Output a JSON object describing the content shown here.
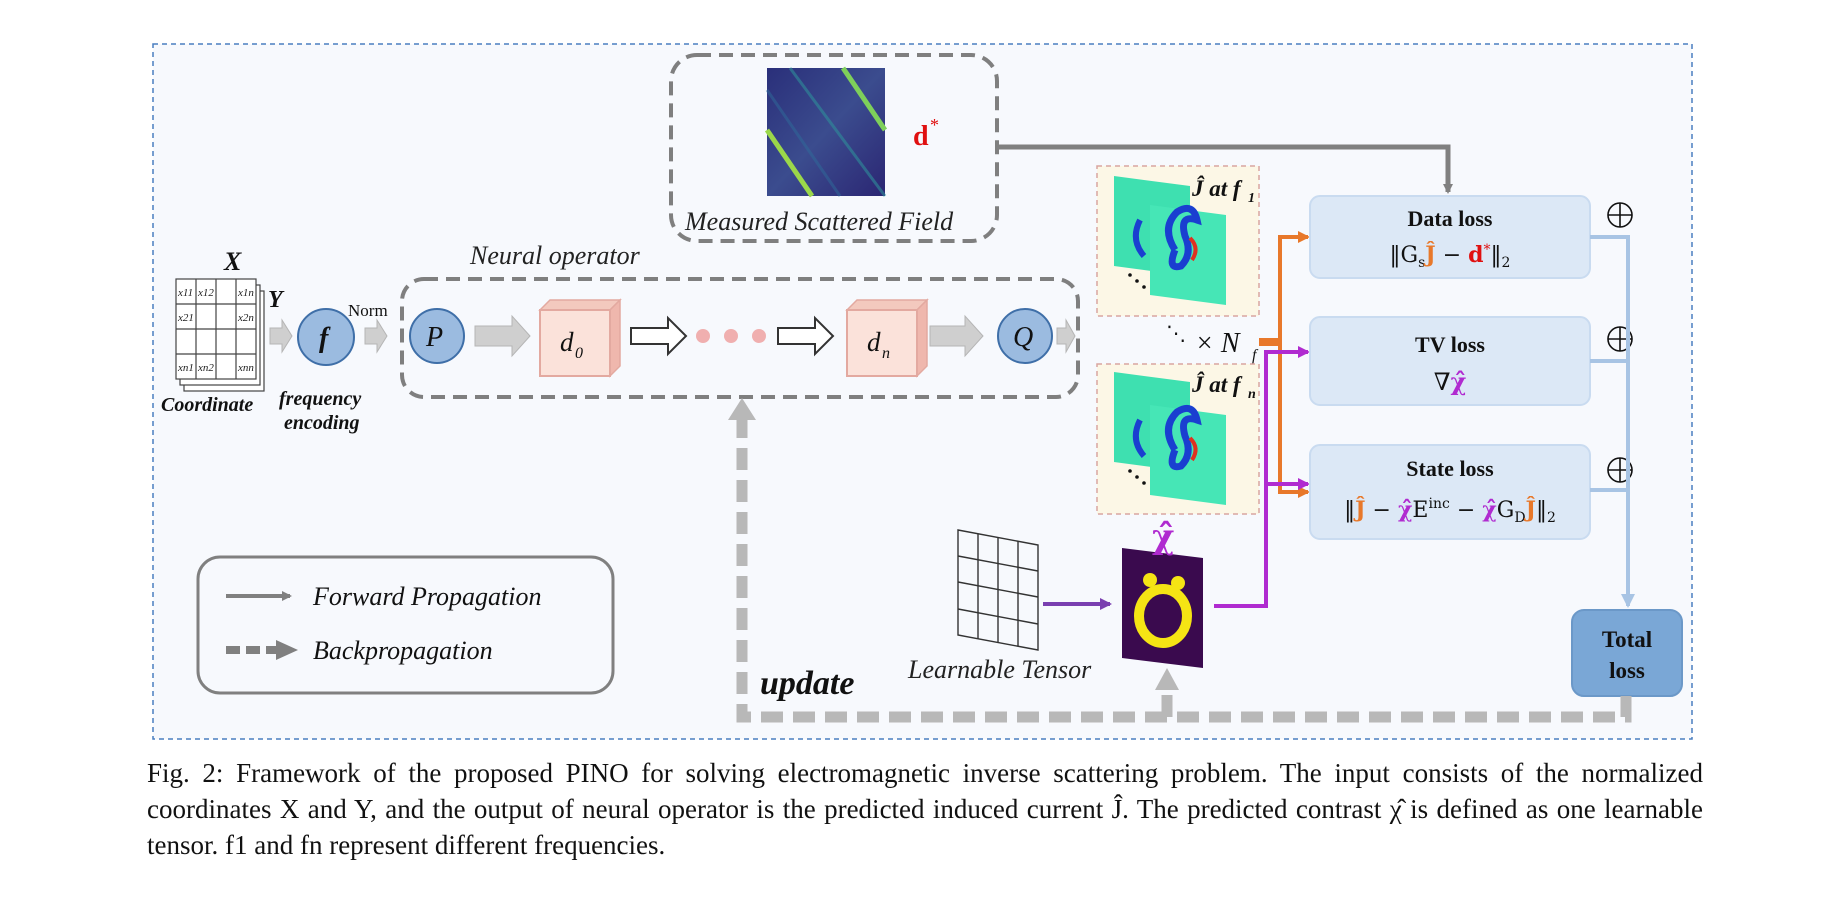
{
  "figure": {
    "measured": {
      "caption": "Measured Scattered Field",
      "symbol": "d",
      "symbol_sup": "*"
    },
    "neural_operator": {
      "label": "Neural operator",
      "p": "P",
      "q": "Q",
      "d0": "d",
      "d0_sub": "0",
      "dn": "d",
      "dn_sub": "n"
    },
    "input": {
      "x": "X",
      "y": "Y",
      "coordinate": "Coordinate",
      "norm": "Norm",
      "f": "f",
      "freq_line1": "frequency",
      "freq_line2": "encoding",
      "cells": [
        "x11",
        "x12",
        "x1n",
        "x21",
        "x2n",
        "xn1",
        "xn2",
        "xnn"
      ]
    },
    "j_panels": {
      "top": "Ĵ at f",
      "top_sub": "1",
      "bottom": "Ĵ at f",
      "bottom_sub": "n",
      "times": "× N",
      "times_sub": "f"
    },
    "losses": {
      "data": {
        "title": "Data loss"
      },
      "tv": {
        "title": "TV loss"
      },
      "state": {
        "title": "State loss"
      },
      "total_line1": "Total",
      "total_line2": "loss"
    },
    "chi_hat": "χ̂",
    "learnable": "Learnable Tensor",
    "update": "update",
    "legend": {
      "forward": "Forward Propagation",
      "back": "Backpropagation"
    }
  },
  "caption": {
    "line1": "Fig. 2: Framework of the proposed PINO for solving electromagnetic inverse scattering problem. The input consists of the normalized coordinates X and Y, and the output of neural operator is the predicted induced current Ĵ. The predicted contrast χ̂ is defined as one learnable tensor. f1 and fn represent different frequencies."
  },
  "colors": {
    "accent_orange": "#E8782A",
    "accent_purple": "#B02BD0",
    "red": "#E01010",
    "box_blue": "#DCE8F6",
    "total_blue": "#7AA7D6"
  }
}
